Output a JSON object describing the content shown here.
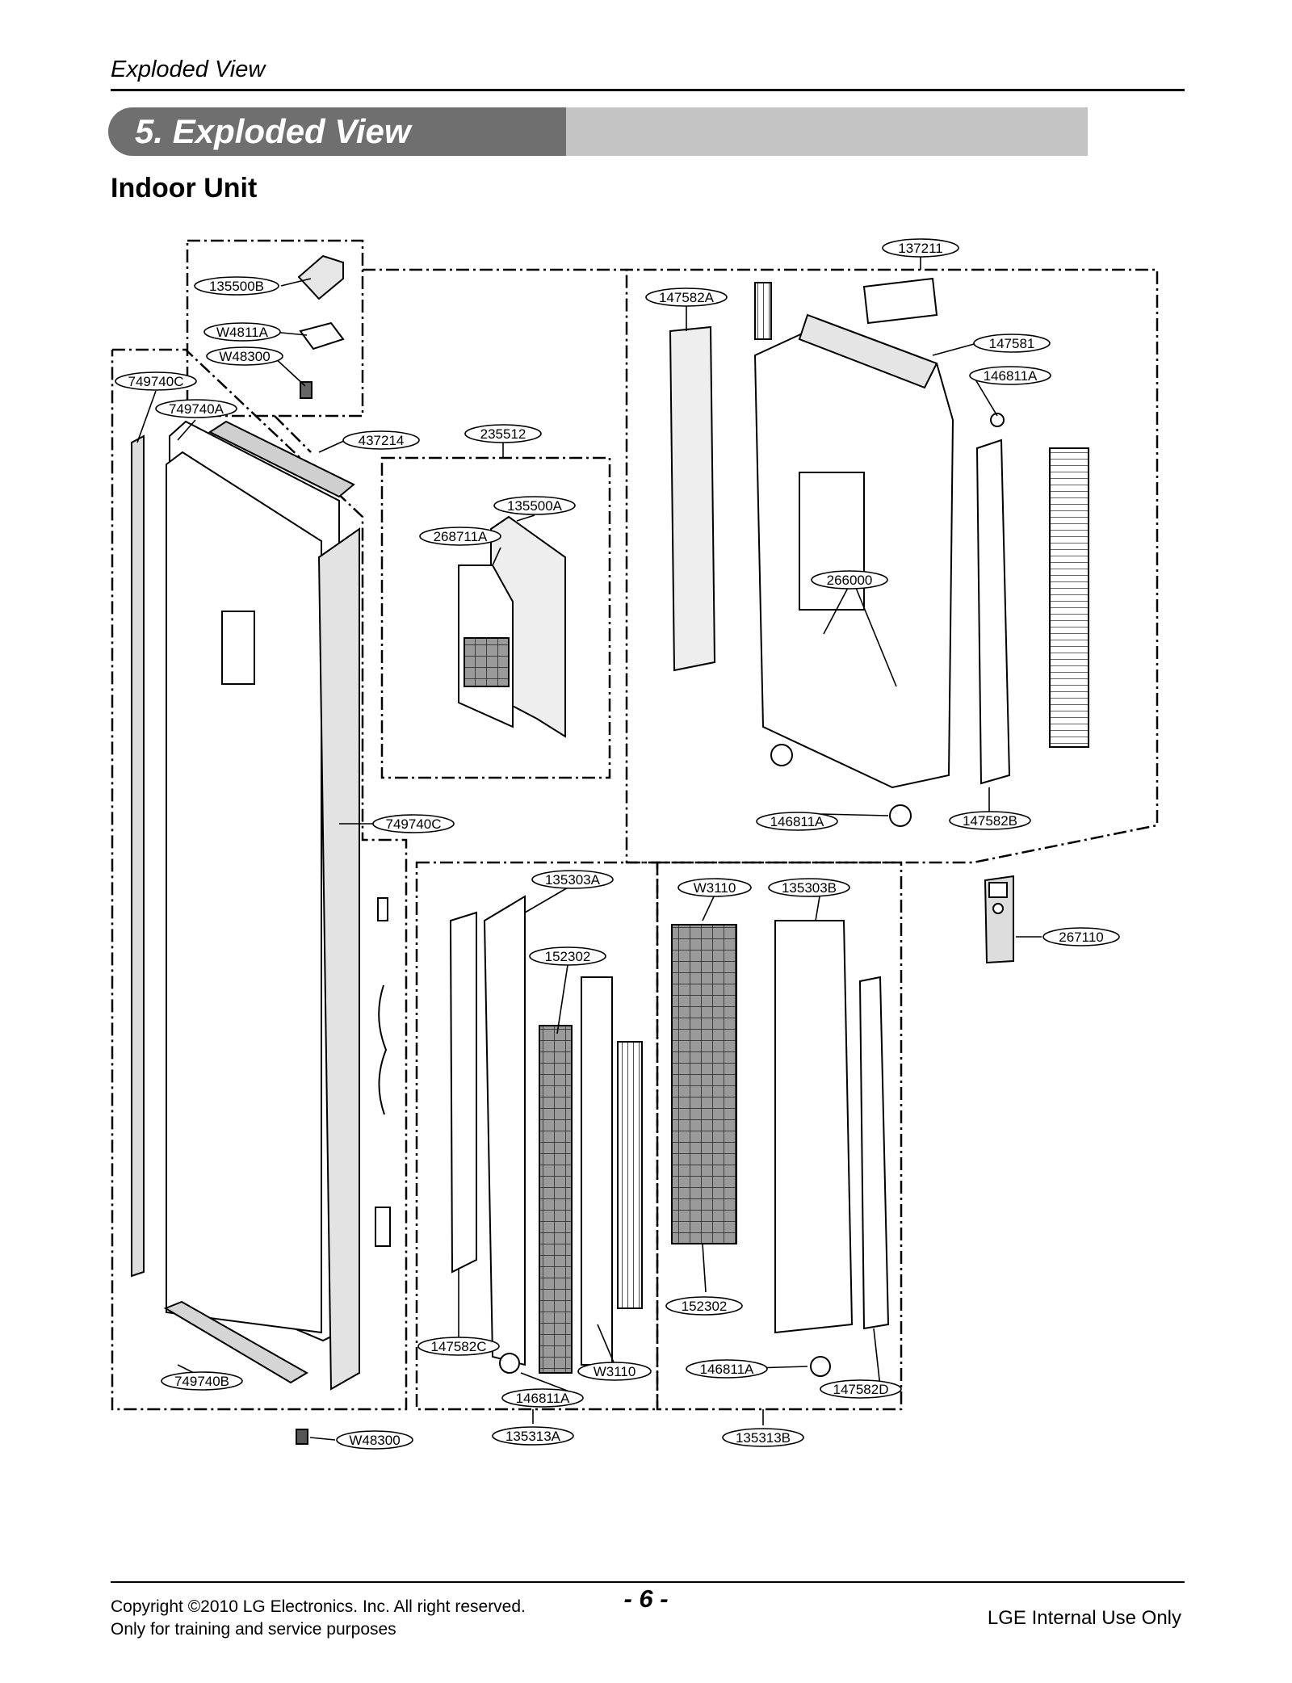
{
  "header": {
    "running_title": "Exploded View",
    "section_title": "5. Exploded View",
    "subheading": "Indoor Unit"
  },
  "callouts": {
    "c137211": "137211",
    "c147582a": "147582A",
    "c147581": "147581",
    "c146811a_top": "146811A",
    "c135500b": "135500B",
    "c w4811a": "W4811A",
    "c_w48300_top": "W48300",
    "c749740c_top": "749740C",
    "c749740a": "749740A",
    "c437214": "437214",
    "c235512": "235512",
    "c135500a": "135500A",
    "c268711a": "268711A",
    "c266000": "266000",
    "c146811a_mid": "146811A",
    "c147582b": "147582B",
    "c749740c_mid": "749740C",
    "c135303a": "135303A",
    "c152302_left": "152302",
    "c_w3110_top": "W3110",
    "c135303b": "135303B",
    "c267110": "267110",
    "c152302_right": "152302",
    "c147582c": "147582C",
    "c_w3110_bottom": "W3110",
    "c146811a_left": "146811A",
    "c146811a_right": "146811A",
    "c147582d": "147582D",
    "c749740b": "749740B",
    "c_w48300_bottom": "W48300",
    "c135313a": "135313A",
    "c135313b": "135313B"
  },
  "footer": {
    "copyright_line1": "Copyright ©2010 LG Electronics. Inc. All right reserved.",
    "copyright_line2": "Only for training and service purposes",
    "page_number": "- 6 -",
    "internal_use": "LGE Internal Use Only"
  }
}
